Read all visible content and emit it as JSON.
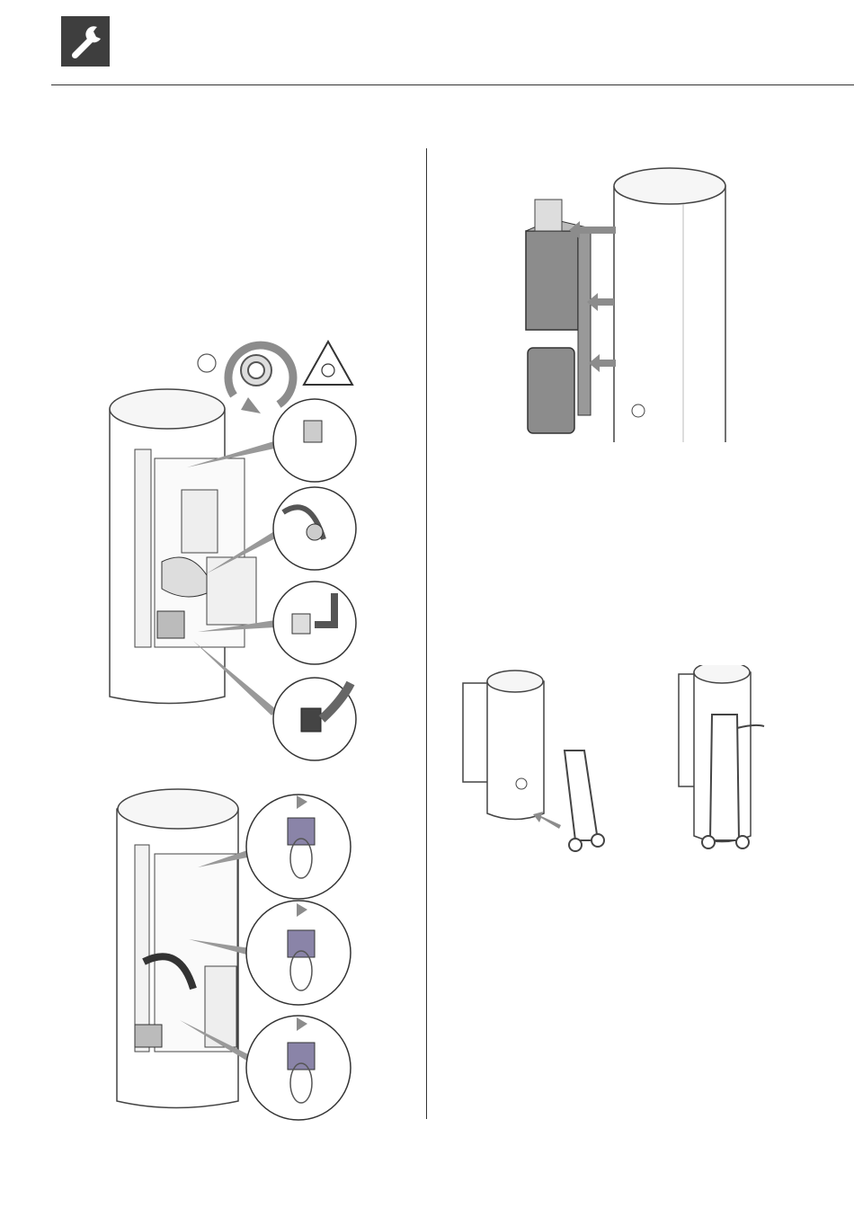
{
  "header": {
    "icon": "wrench-icon"
  },
  "figures": {
    "step_a": {
      "icon": "pipe-fitting-detail",
      "warning": "hot-surface-warning-icon",
      "rotate": "rotate-arrow-icon"
    },
    "step_b": {
      "icon": "plug-caps-detail"
    },
    "step_c": {
      "icon": "remove-cabinet-detail"
    },
    "step_d": {
      "icon": "hand-truck-transport"
    }
  },
  "colors": {
    "ink": "#333333",
    "accent_gray": "#8c8c8c",
    "dark_panel": "#555555",
    "plug_purple": "#8a84a8",
    "header_bg": "#3e3e3e"
  }
}
